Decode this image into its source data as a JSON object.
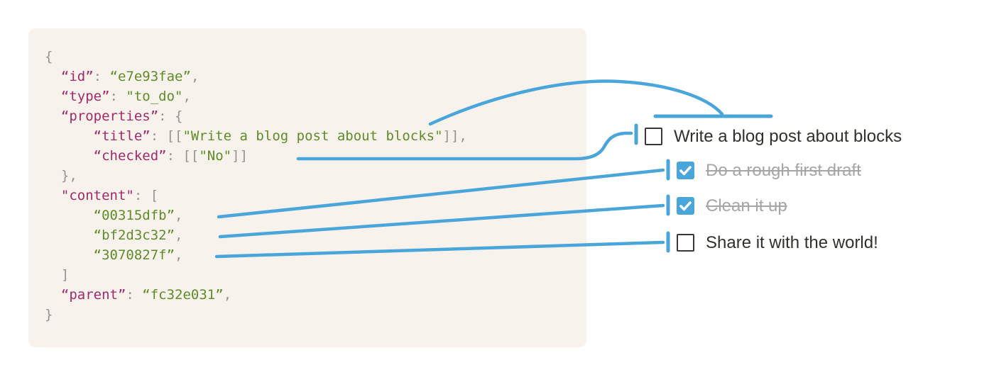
{
  "colors": {
    "accent": "#4aa5da",
    "code_key": "#a32a6a",
    "code_string": "#5f8c28",
    "code_punct": "#949494",
    "code_bg": "#f7f3ec",
    "text_dark": "#32302b",
    "text_completed": "#a6a6a6",
    "checkbox_border": "#3a3835"
  },
  "code_block": {
    "language": "json",
    "lines": [
      [
        {
          "c": "p",
          "t": "{"
        }
      ],
      [
        {
          "c": "w",
          "t": "  "
        },
        {
          "c": "k",
          "t": "“id”"
        },
        {
          "c": "p",
          "t": ": "
        },
        {
          "c": "s",
          "t": "“e7e93fae”"
        },
        {
          "c": "p",
          "t": ","
        }
      ],
      [
        {
          "c": "w",
          "t": "  "
        },
        {
          "c": "k",
          "t": "“type”"
        },
        {
          "c": "p",
          "t": ": "
        },
        {
          "c": "s",
          "t": "\"to_do\""
        },
        {
          "c": "p",
          "t": ","
        }
      ],
      [
        {
          "c": "w",
          "t": "  "
        },
        {
          "c": "k",
          "t": "“properties”"
        },
        {
          "c": "p",
          "t": ": {"
        }
      ],
      [
        {
          "c": "w",
          "t": "      "
        },
        {
          "c": "k",
          "t": "“title”"
        },
        {
          "c": "p",
          "t": ": [["
        },
        {
          "c": "s",
          "t": "\"Write a blog post about blocks\""
        },
        {
          "c": "p",
          "t": "]],"
        }
      ],
      [
        {
          "c": "w",
          "t": "      "
        },
        {
          "c": "k",
          "t": "“checked”"
        },
        {
          "c": "p",
          "t": ": [["
        },
        {
          "c": "s",
          "t": "\"No\""
        },
        {
          "c": "p",
          "t": "]]"
        }
      ],
      [
        {
          "c": "w",
          "t": "  "
        },
        {
          "c": "p",
          "t": "},"
        }
      ],
      [
        {
          "c": "w",
          "t": "  "
        },
        {
          "c": "k",
          "t": "\"content\""
        },
        {
          "c": "p",
          "t": ": ["
        }
      ],
      [
        {
          "c": "w",
          "t": "      "
        },
        {
          "c": "s",
          "t": "“00315dfb”"
        },
        {
          "c": "p",
          "t": ","
        }
      ],
      [
        {
          "c": "w",
          "t": "      "
        },
        {
          "c": "s",
          "t": "“bf2d3c32”"
        },
        {
          "c": "p",
          "t": ","
        }
      ],
      [
        {
          "c": "w",
          "t": "      "
        },
        {
          "c": "s",
          "t": "“3070827f”"
        },
        {
          "c": "p",
          "t": ","
        }
      ],
      [
        {
          "c": "w",
          "t": "  "
        },
        {
          "c": "p",
          "t": "]"
        }
      ],
      [
        {
          "c": "w",
          "t": "  "
        },
        {
          "c": "k",
          "t": "“parent”"
        },
        {
          "c": "p",
          "t": ": "
        },
        {
          "c": "s",
          "t": "“fc32e031”"
        },
        {
          "c": "p",
          "t": ","
        }
      ],
      [
        {
          "c": "p",
          "t": "}"
        }
      ]
    ]
  },
  "todo_list": {
    "items": [
      {
        "label": "Write a blog post about blocks",
        "checked": false,
        "completed": false
      },
      {
        "label": "Do a rough first draft",
        "checked": true,
        "completed": true
      },
      {
        "label": "Clean it up",
        "checked": true,
        "completed": true
      },
      {
        "label": "Share it with the world!",
        "checked": false,
        "completed": false
      }
    ]
  }
}
